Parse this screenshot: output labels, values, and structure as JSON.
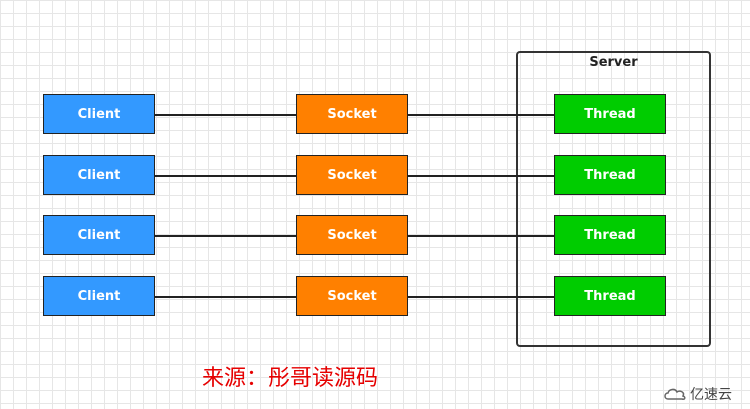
{
  "server": {
    "title": "Server"
  },
  "rows": [
    {
      "client": "Client",
      "socket": "Socket",
      "thread": "Thread"
    },
    {
      "client": "Client",
      "socket": "Socket",
      "thread": "Thread"
    },
    {
      "client": "Client",
      "socket": "Socket",
      "thread": "Thread"
    },
    {
      "client": "Client",
      "socket": "Socket",
      "thread": "Thread"
    }
  ],
  "source_note": "来源：彤哥读源码",
  "watermark": {
    "text": "亿速云",
    "icon": "cloud-logo-icon"
  },
  "colors": {
    "client": "#3399ff",
    "socket": "#ff8000",
    "thread": "#00cc00",
    "source_note": "#e60000"
  }
}
